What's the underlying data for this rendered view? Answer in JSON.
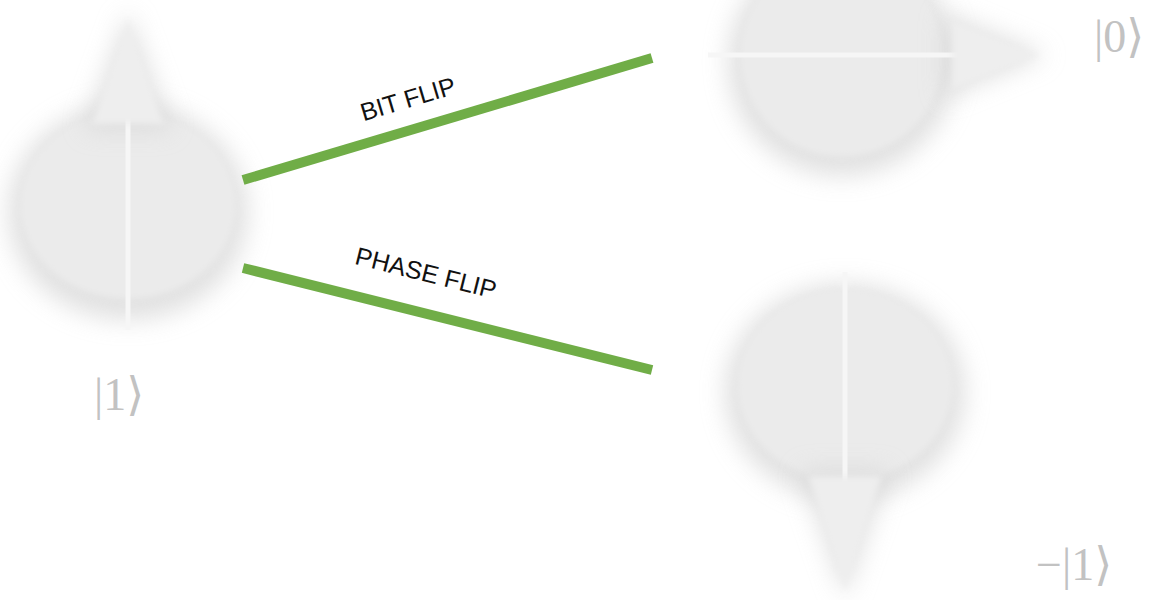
{
  "diagram": {
    "nodes": [
      {
        "text": [
          "|1⟩"
        ]
      },
      {
        "text": [
          "|0⟩"
        ]
      },
      {
        "text": [
          "−|1⟩"
        ]
      }
    ],
    "edges": [
      {
        "from": 0,
        "to": 1,
        "label": "BIT FLIP",
        "arrow": "none"
      },
      {
        "from": 0,
        "to": 2,
        "label": "PHASE FLIP",
        "arrow": "none"
      }
    ]
  }
}
